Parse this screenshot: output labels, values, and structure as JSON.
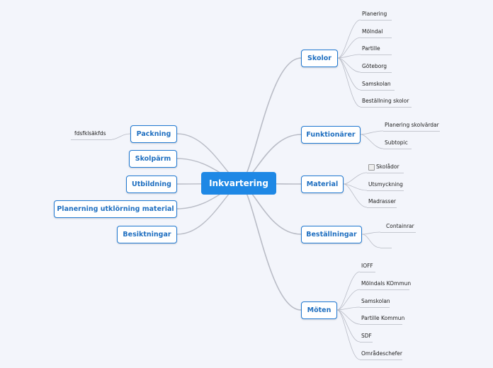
{
  "central": "Inkvartering",
  "right": [
    {
      "label": "Skolor",
      "children": [
        "Planering",
        "Mölndal",
        "Partille",
        "Göteborg",
        "Samskolan",
        "Beställning skolor"
      ]
    },
    {
      "label": "Funktionärer",
      "children": [
        "Planering skolvärdar",
        "Subtopic"
      ]
    },
    {
      "label": "Material",
      "children": [
        "Skolådor",
        "Utsmyckning",
        "Madrasser"
      ]
    },
    {
      "label": "Beställningar",
      "children": [
        "Containrar",
        ""
      ]
    },
    {
      "label": "Möten",
      "children": [
        "IOFF",
        "Mölndals KOmmun",
        "Samskolan",
        "Partille Kommun",
        "SDF",
        "Områdeschefer"
      ]
    }
  ],
  "left": [
    {
      "label": "Packning",
      "children": [
        "fdsfklsäkfds"
      ]
    },
    {
      "label": "Skolpärm",
      "children": []
    },
    {
      "label": "Utbildning",
      "children": []
    },
    {
      "label": "Planerning utklörning material",
      "children": []
    },
    {
      "label": "Besiktningar",
      "children": []
    }
  ],
  "icons": {
    "checkbox": "checkbox-icon"
  },
  "colors": {
    "central": "#1e88e5",
    "node_border": "#1f78d1",
    "node_text": "#1f6fc0",
    "lines": "#b9bcc6"
  }
}
